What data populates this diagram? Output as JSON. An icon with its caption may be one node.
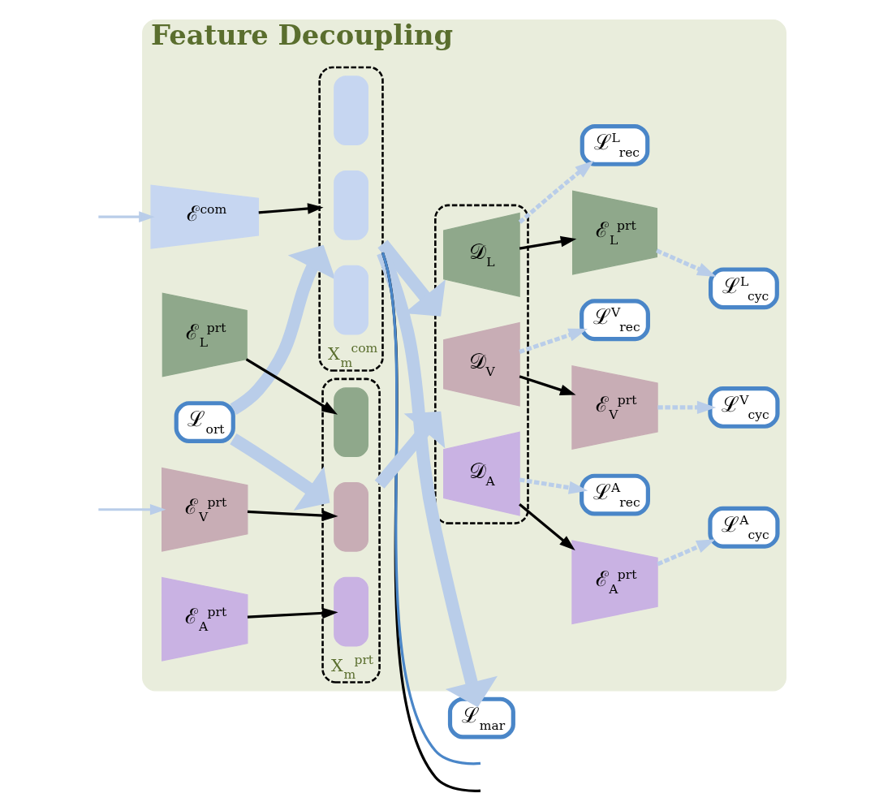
{
  "diagram": {
    "nodes": [
      {
        "text": [
          "Feature Decoupling"
        ]
      },
      {
        "text": [
          "ℒ$_{mar}$"
        ]
      },
      {
        "text": [
          "ℰ$^{com}$"
        ],
        "in": 0
      },
      {
        "text": [],
        "shape": "box",
        "in": 0,
        "beside": [
          "X$_{m}$$^{com}$"
        ]
      },
      {
        "text": [],
        "shape": "box",
        "in": 3
      },
      {
        "text": [],
        "shape": "box",
        "in": 3
      },
      {
        "text": [],
        "shape": "box",
        "in": 3
      },
      {
        "text": [
          "ℒ$_{ort}$"
        ],
        "in": 0
      },
      {
        "text": [
          "ℰ$_{L}$$^{prt}$"
        ],
        "in": 0
      },
      {
        "text": [
          "ℰ$_{V}$$^{prt}$"
        ],
        "in": 0
      },
      {
        "text": [
          "ℰ$_{A}$$^{prt}$"
        ],
        "in": 0
      },
      {
        "text": [],
        "shape": "box",
        "in": 0,
        "beside": [
          "X$_{m}$$^{prt}$"
        ]
      },
      {
        "text": [],
        "shape": "box",
        "in": 11
      },
      {
        "text": [],
        "shape": "box",
        "in": 11
      },
      {
        "text": [],
        "shape": "box",
        "in": 11
      },
      {
        "text": [],
        "shape": "box",
        "in": 0
      },
      {
        "text": [
          "𝒟$_{L}$"
        ],
        "in": 15
      },
      {
        "text": [
          "𝒟$_{V}$"
        ],
        "in": 15
      },
      {
        "text": [
          "𝒟$_{A}$"
        ],
        "in": 15
      },
      {
        "text": [
          "ℒ$^{L}$$_{rec}$"
        ],
        "in": 0
      },
      {
        "text": [
          "ℒ$^{V}$$_{rec}$"
        ],
        "in": 0
      },
      {
        "text": [
          "ℒ$^{A}$$_{rec}$"
        ],
        "in": 0
      },
      {
        "text": [
          "ℰ$_{L}$$^{prt}$"
        ],
        "in": 0
      },
      {
        "text": [
          "ℰ$_{V}$$^{prt}$"
        ],
        "in": 0
      },
      {
        "text": [
          "ℰ$_{A}$$^{prt}$"
        ],
        "in": 0
      },
      {
        "text": [
          "ℒ$^{L}$$_{cyc}$"
        ],
        "in": 0
      },
      {
        "text": [
          "ℒ$^{V}$$_{cyc}$"
        ],
        "in": 0
      },
      {
        "text": [
          "ℒ$^{A}$$_{cyc}$"
        ],
        "in": 0
      }
    ],
    "edges": [
      {
        "from": 2,
        "to": 3,
        "arrow": "to",
        "color": "#000000"
      },
      {
        "from": 3,
        "to": 1,
        "arrow": "to",
        "style": "thick",
        "color": "#b9cde9"
      },
      {
        "from": 7,
        "to": 3,
        "arrow": "to",
        "style": "thick",
        "color": "#b9cde9"
      },
      {
        "from": 7,
        "to": 11,
        "arrow": "to",
        "style": "thick",
        "color": "#b9cde9"
      },
      {
        "from": 8,
        "to": 12,
        "arrow": "to",
        "color": "#000000"
      },
      {
        "from": 9,
        "to": 13,
        "arrow": "to",
        "color": "#000000"
      },
      {
        "from": 10,
        "to": 14,
        "arrow": "to",
        "color": "#000000"
      },
      {
        "from": 3,
        "to": 15,
        "arrow": "to",
        "style": "thick",
        "color": "#b9cde9"
      },
      {
        "from": 11,
        "to": 15,
        "arrow": "to",
        "style": "thick",
        "color": "#b9cde9"
      },
      {
        "from": 16,
        "to": 19,
        "arrow": "to",
        "style": "dashed",
        "color": "#b9cde9"
      },
      {
        "from": 17,
        "to": 20,
        "arrow": "to",
        "style": "dashed",
        "color": "#b9cde9"
      },
      {
        "from": 18,
        "to": 21,
        "arrow": "to",
        "style": "dashed",
        "color": "#b9cde9"
      },
      {
        "from": 16,
        "to": 22,
        "arrow": "to",
        "color": "#000000"
      },
      {
        "from": 17,
        "to": 23,
        "arrow": "to",
        "color": "#000000"
      },
      {
        "from": 18,
        "to": 24,
        "arrow": "to",
        "color": "#000000"
      },
      {
        "from": 22,
        "to": 25,
        "arrow": "to",
        "style": "dashed",
        "color": "#b9cde9"
      },
      {
        "from": 23,
        "to": 26,
        "arrow": "to",
        "style": "dashed",
        "color": "#b9cde9"
      },
      {
        "from": 24,
        "to": 27,
        "arrow": "to",
        "style": "dashed",
        "color": "#b9cde9"
      },
      {
        "from": 3,
        "to": null,
        "arrow": "none",
        "color": "#000000"
      },
      {
        "from": 3,
        "to": null,
        "arrow": "none",
        "color": "#4a86c8"
      },
      {
        "from": null,
        "to": 2,
        "arrow": "to",
        "color": "#b9cde9"
      },
      {
        "from": null,
        "to": 9,
        "arrow": "to",
        "color": "#b9cde9"
      }
    ]
  }
}
